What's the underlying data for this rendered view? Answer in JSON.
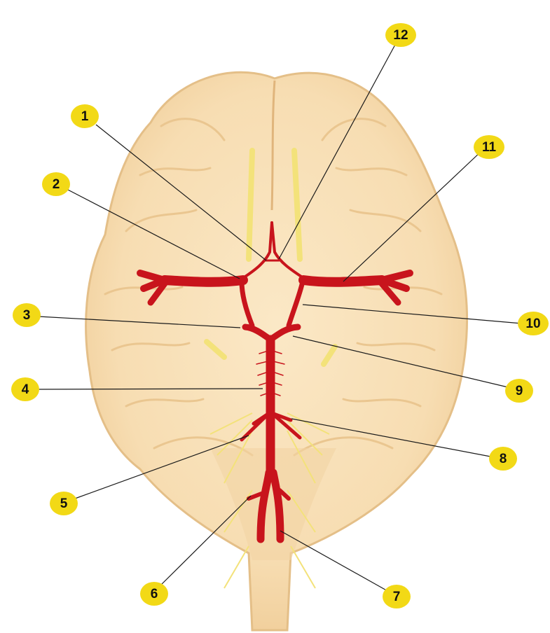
{
  "figure": {
    "subject": "inferior view of brain with arterial circle",
    "labels": [
      {
        "id": "1",
        "text": "1"
      },
      {
        "id": "2",
        "text": "2"
      },
      {
        "id": "3",
        "text": "3"
      },
      {
        "id": "4",
        "text": "4"
      },
      {
        "id": "5",
        "text": "5"
      },
      {
        "id": "6",
        "text": "6"
      },
      {
        "id": "7",
        "text": "7"
      },
      {
        "id": "8",
        "text": "8"
      },
      {
        "id": "9",
        "text": "9"
      },
      {
        "id": "10",
        "text": "10"
      },
      {
        "id": "11",
        "text": "11"
      },
      {
        "id": "12",
        "text": "12"
      }
    ]
  },
  "colors": {
    "background": "#ffffff",
    "brain": "#f7ddb2",
    "brain_shadow": "#e9c48e",
    "artery": "#c8141c",
    "nerve": "#f3e27a",
    "badge": "#f2d916",
    "leader_line": "#1a1a1a"
  }
}
